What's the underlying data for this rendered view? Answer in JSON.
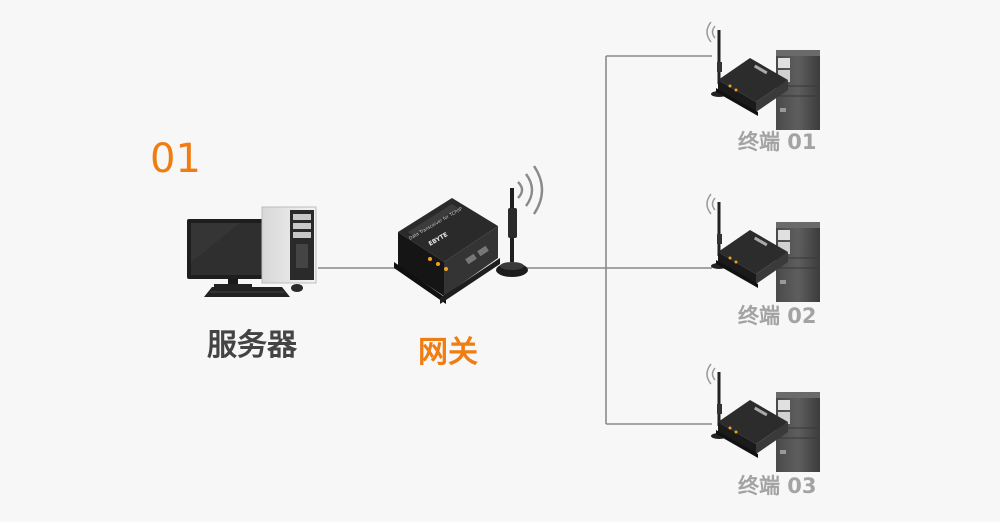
{
  "step_number": "01",
  "accent_color": "#f07d12",
  "server": {
    "label": "服务器",
    "icon": "desktop-computer-icon"
  },
  "gateway": {
    "label": "网关",
    "icon": "gateway-device-icon",
    "device_text": "Data Transceiver for TCP/IP",
    "brand": "EBYTE"
  },
  "terminals": [
    {
      "label": "终端 01",
      "icon": "terminal-device-icon"
    },
    {
      "label": "终端 02",
      "icon": "terminal-device-icon"
    },
    {
      "label": "终端 03",
      "icon": "terminal-device-icon"
    }
  ]
}
